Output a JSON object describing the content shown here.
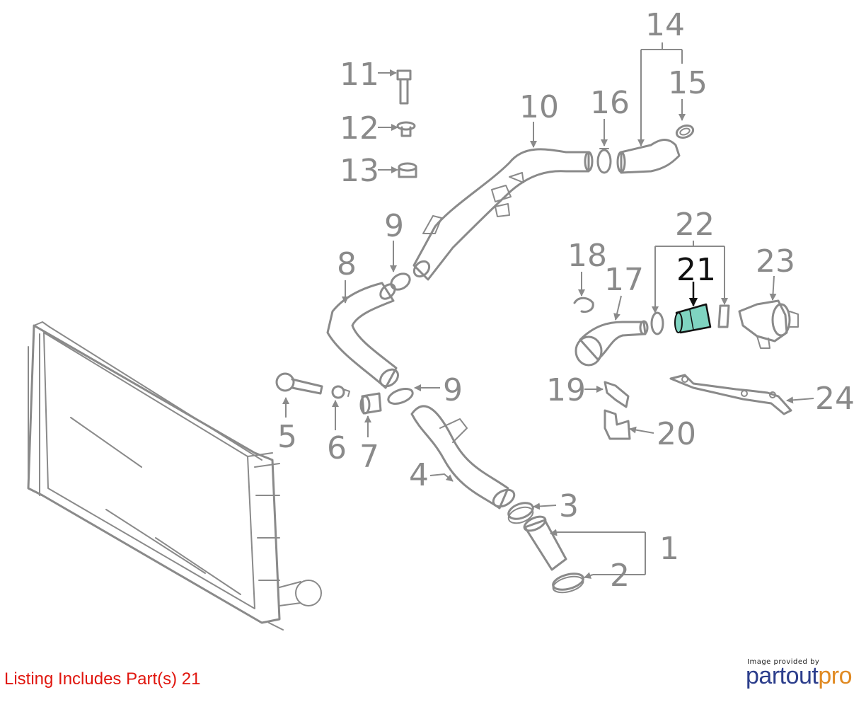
{
  "diagram": {
    "callouts": [
      "1",
      "2",
      "3",
      "4",
      "5",
      "6",
      "7",
      "8",
      "9",
      "9",
      "10",
      "11",
      "12",
      "13",
      "14",
      "15",
      "16",
      "17",
      "18",
      "19",
      "20",
      "21",
      "22",
      "23",
      "24"
    ],
    "highlighted_part": "21",
    "highlight_color": "#7fd4c1",
    "line_color": "#8a8a8a"
  },
  "caption": "Listing Includes Part(s) 21",
  "credit": {
    "provided_by": "Image provided by",
    "logo_part1": "partout",
    "logo_part2": "pro",
    "logo_color1": "#2c3e8c",
    "logo_color2": "#e08a23"
  }
}
